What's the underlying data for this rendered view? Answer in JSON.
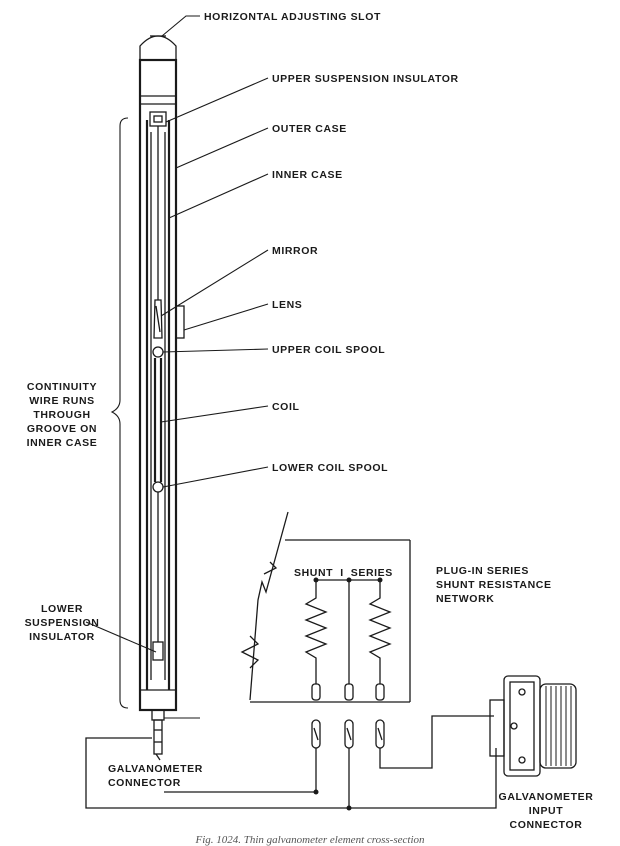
{
  "labels": {
    "horizontal_adjusting_slot": "HORIZONTAL ADJUSTING SLOT",
    "upper_suspension_insulator": "UPPER SUSPENSION INSULATOR",
    "outer_case": "OUTER CASE",
    "inner_case": "INNER CASE",
    "mirror": "MIRROR",
    "lens": "LENS",
    "upper_coil_spool": "UPPER COIL SPOOL",
    "coil": "COIL",
    "lower_coil_spool": "LOWER COIL SPOOL",
    "continuity_wire": [
      "CONTINUITY",
      "WIRE RUNS",
      "THROUGH",
      "GROOVE ON",
      "INNER CASE"
    ],
    "lower_suspension_insulator": [
      "LOWER",
      "SUSPENSION",
      "INSULATOR"
    ],
    "shunt_series": "SHUNT  I  SERIES",
    "plug_in_network": [
      "PLUG-IN SERIES",
      "SHUNT RESISTANCE",
      "NETWORK"
    ],
    "galvanometer_connector": [
      "GALVANOMETER",
      "CONNECTOR"
    ],
    "galvanometer_input_connector": [
      "GALVANOMETER",
      "INPUT",
      "CONNECTOR"
    ]
  },
  "caption": "Fig. 1024. Thin galvanometer element cross-section"
}
